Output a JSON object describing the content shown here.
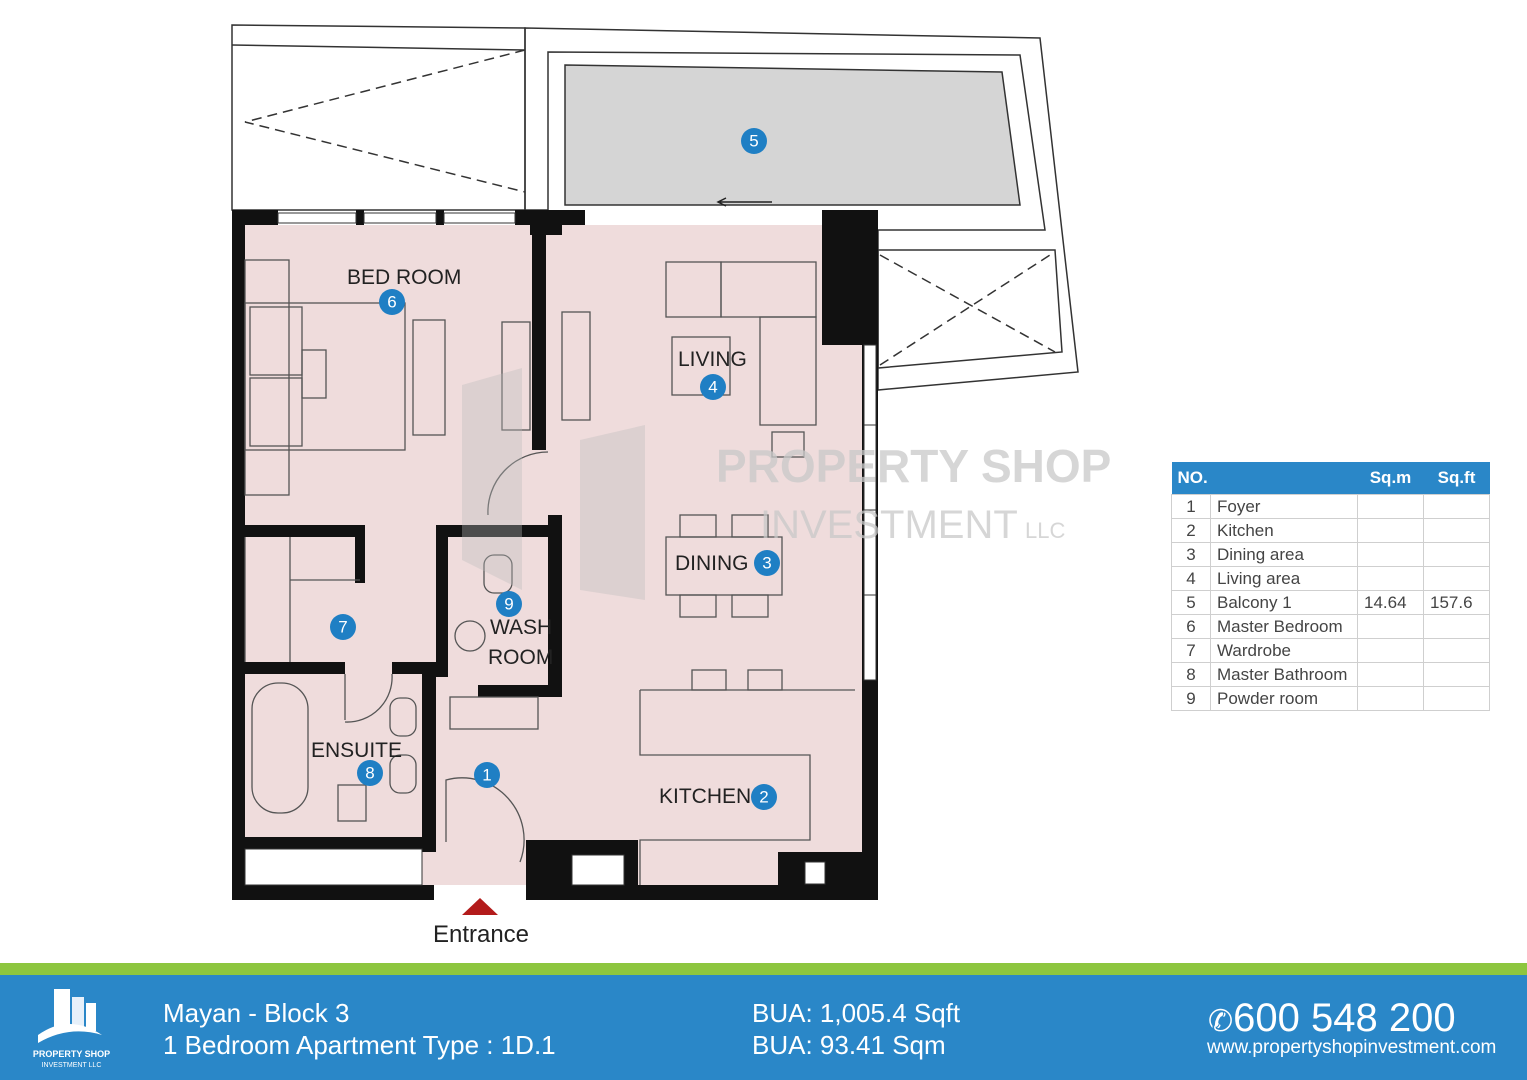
{
  "plan": {
    "rooms": [
      {
        "label": "BED ROOM",
        "num": "6"
      },
      {
        "label": "LIVING",
        "num": "4"
      },
      {
        "label": "DINING",
        "num": "3"
      },
      {
        "label": "WASH",
        "label2": "ROOM",
        "num": "9"
      },
      {
        "label": "ENSUITE",
        "num": "8"
      },
      {
        "label": "KITCHEN",
        "num": "2"
      },
      {
        "label": "",
        "num": "7"
      },
      {
        "label": "",
        "num": "1"
      },
      {
        "label": "",
        "num": "5"
      }
    ],
    "entrance": "Entrance",
    "watermark": {
      "line1": "PROPERTY SHOP",
      "line2": "INVESTMENT",
      "line3": "LLC"
    },
    "colors": {
      "floor": "#efdcdc",
      "wall": "#111111",
      "balcony": "#d5d5d5",
      "badge": "#1f7fc4",
      "entrance": "#b31b1b"
    }
  },
  "table": {
    "headers": [
      "NO.",
      "",
      "Sq.m",
      "Sq.ft"
    ],
    "rows": [
      {
        "no": "1",
        "name": "Foyer",
        "sqm": "",
        "sqft": ""
      },
      {
        "no": "2",
        "name": "Kitchen",
        "sqm": "",
        "sqft": ""
      },
      {
        "no": "3",
        "name": "Dining area",
        "sqm": "",
        "sqft": ""
      },
      {
        "no": "4",
        "name": "Living area",
        "sqm": "",
        "sqft": ""
      },
      {
        "no": "5",
        "name": "Balcony 1",
        "sqm": "14.64",
        "sqft": "157.6"
      },
      {
        "no": "6",
        "name": "Master Bedroom",
        "sqm": "",
        "sqft": ""
      },
      {
        "no": "7",
        "name": "Wardrobe",
        "sqm": "",
        "sqft": ""
      },
      {
        "no": "8",
        "name": "Master Bathroom",
        "sqm": "",
        "sqft": ""
      },
      {
        "no": "9",
        "name": "Powder room",
        "sqm": "",
        "sqft": ""
      }
    ]
  },
  "footer": {
    "logo_line1": "PROPERTY SHOP",
    "logo_line2": "INVESTMENT LLC",
    "project": "Mayan - Block 3",
    "type": "1 Bedroom Apartment Type : 1D.1",
    "bua_sqft": "BUA: 1,005.4 Sqft",
    "bua_sqm": "BUA: 93.41 Sqm",
    "phone": "600 548 200",
    "website": "www.propertyshopinvestment.com",
    "colors": {
      "blue": "#2a87c8",
      "green": "#8dc63f"
    }
  }
}
